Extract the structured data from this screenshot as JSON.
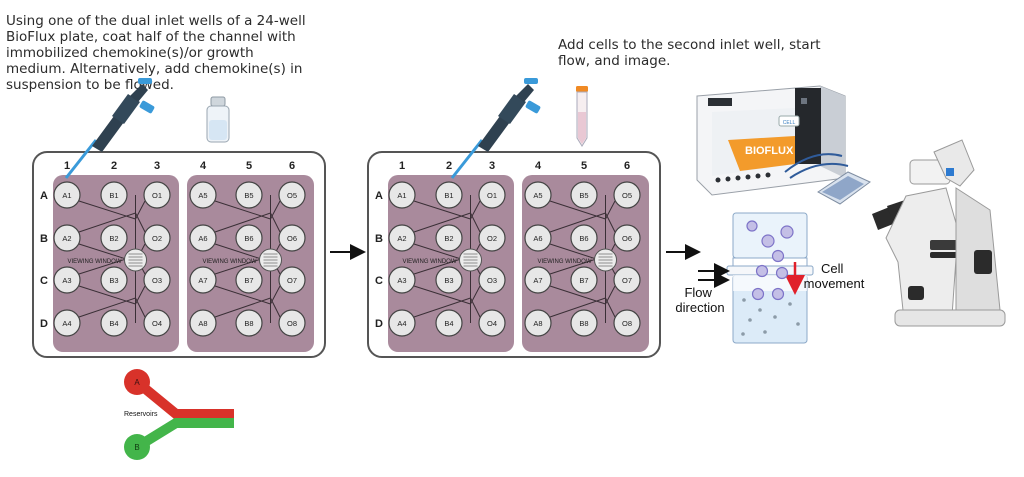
{
  "step1_text": "Using one of the dual inlet wells of a 24-well\nBioFlux plate, coat half of the channel with\nimmobilized chemokine(s)/or growth\nmedium. Alternatively, add chemokine(s) in\nsuspension to be flowed.",
  "step2_text": "Add cells to the second inlet well, start\nflow, and image.",
  "plate": {
    "columns": [
      "1",
      "2",
      "3",
      "4",
      "5",
      "6"
    ],
    "rows": [
      "A",
      "B",
      "C",
      "D"
    ],
    "wells": [
      [
        "A1",
        "B1",
        "O1",
        "A5",
        "B5",
        "O5"
      ],
      [
        "A2",
        "B2",
        "O2",
        "A6",
        "B6",
        "O6"
      ],
      [
        "A3",
        "B3",
        "O3",
        "A7",
        "B7",
        "O7"
      ],
      [
        "A4",
        "B4",
        "O4",
        "A8",
        "B8",
        "O8"
      ]
    ],
    "viewing_window_label": "VIEWING WINDOW"
  },
  "instrument_label": "BIOFLUX",
  "instrument_badge": "CELL",
  "channel_labels": {
    "flow_direction": "Flow\ndirection",
    "cell_movement": "Cell\nmovement"
  },
  "reservoir_diagram": {
    "inlet_a": "A",
    "inlet_b": "B",
    "label": "Reservoirs"
  },
  "colors": {
    "plate_fill": "#a98a9c",
    "well_fill": "#e7e7e7",
    "reservoir_a": "#d8322a",
    "reservoir_b": "#43b54a",
    "instrument_orange": "#f39b2b",
    "pipette": "#2f4150",
    "arrow_red": "#e0202a"
  }
}
